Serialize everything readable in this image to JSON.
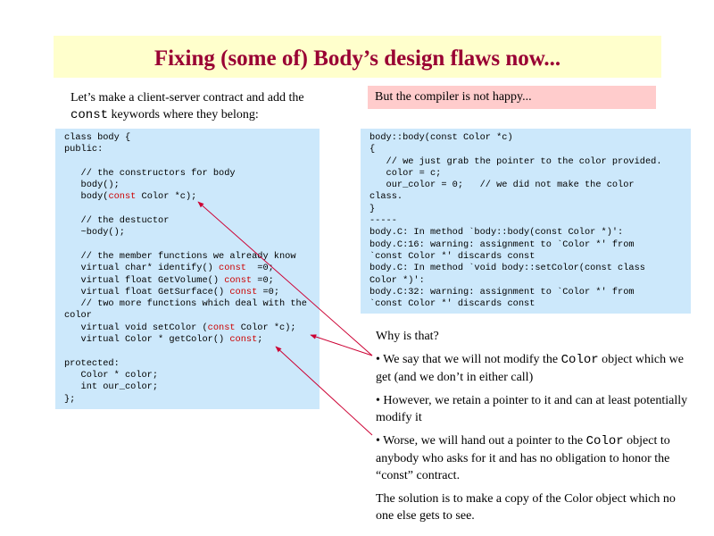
{
  "title": "Fixing (some of) Body’s design flaws now...",
  "intro": {
    "line1": "Let’s make a client-server contract and add the",
    "keyword": "const",
    "line2_rest": " keywords where they belong:"
  },
  "compiler_note": "But the compiler is not happy...",
  "left_code": {
    "l01": "class body {",
    "l02": "public:",
    "l03": "",
    "l04": "   // the constructors for body",
    "l05": "   body();",
    "l06a": "   body(",
    "l06k": "const",
    "l06b": " Color *c);",
    "l07": "",
    "l08": "   // the destuctor",
    "l09": "   ~body();",
    "l10": "",
    "l11": "   // the member functions we already know",
    "l12a": "   virtual char* identify() ",
    "l12k": "const",
    "l12b": "  =0;",
    "l13a": "   virtual float GetVolume() ",
    "l13k": "const",
    "l13b": " =0;",
    "l14a": "   virtual float GetSurface() ",
    "l14k": "const",
    "l14b": " =0;",
    "l15": "   // two more functions which deal with the",
    "l16": "color",
    "l17a": "   virtual void setColor (",
    "l17k": "const",
    "l17b": " Color *c);",
    "l18a": "   virtual Color * getColor() ",
    "l18k": "const",
    "l18b": ";",
    "l19": "",
    "l20": "protected:",
    "l21": "   Color * color;",
    "l22": "   int our_color;",
    "l23": "};"
  },
  "right_code": {
    "l01": "body::body(const Color *c)",
    "l02": "{",
    "l03": "   // we just grab the pointer to the color provided.",
    "l04": "   color = c;",
    "l05": "   our_color = 0;   // we did not make the color",
    "l06": "class.",
    "l07": "}",
    "l08": "-----",
    "l09": "body.C: In method `body::body(const Color *)':",
    "l10": "body.C:16: warning: assignment to `Color *' from",
    "l11": "`const Color *' discards const",
    "l12": "body.C: In method `void body::setColor(const class",
    "l13": "Color *)':",
    "l14": "body.C:32: warning: assignment to `Color *' from",
    "l15": "`const Color *' discards const"
  },
  "explanation": {
    "why": "Why is that?",
    "b1_pre": "• We say that we will not modify the ",
    "b1_mono": "Color",
    "b1_post": " object which we get (and we don’t in either call)",
    "b2": "• However, we retain a pointer to it and can at least potentially modify it",
    "b3_pre": "• Worse, we will hand out a pointer to the ",
    "b3_mono": "Color",
    "b3_post": " object to anybody who asks for it and has no obligation to honor the “const” contract.",
    "solution": "The solution is to make a copy of the Color object which no one else gets to see."
  },
  "colors": {
    "title": "#990033",
    "title_bg": "#ffffcc",
    "code_bg": "#cce8fb",
    "note_bg": "#ffcccc",
    "keyword": "#cc0000",
    "arrow": "#cc0033"
  }
}
